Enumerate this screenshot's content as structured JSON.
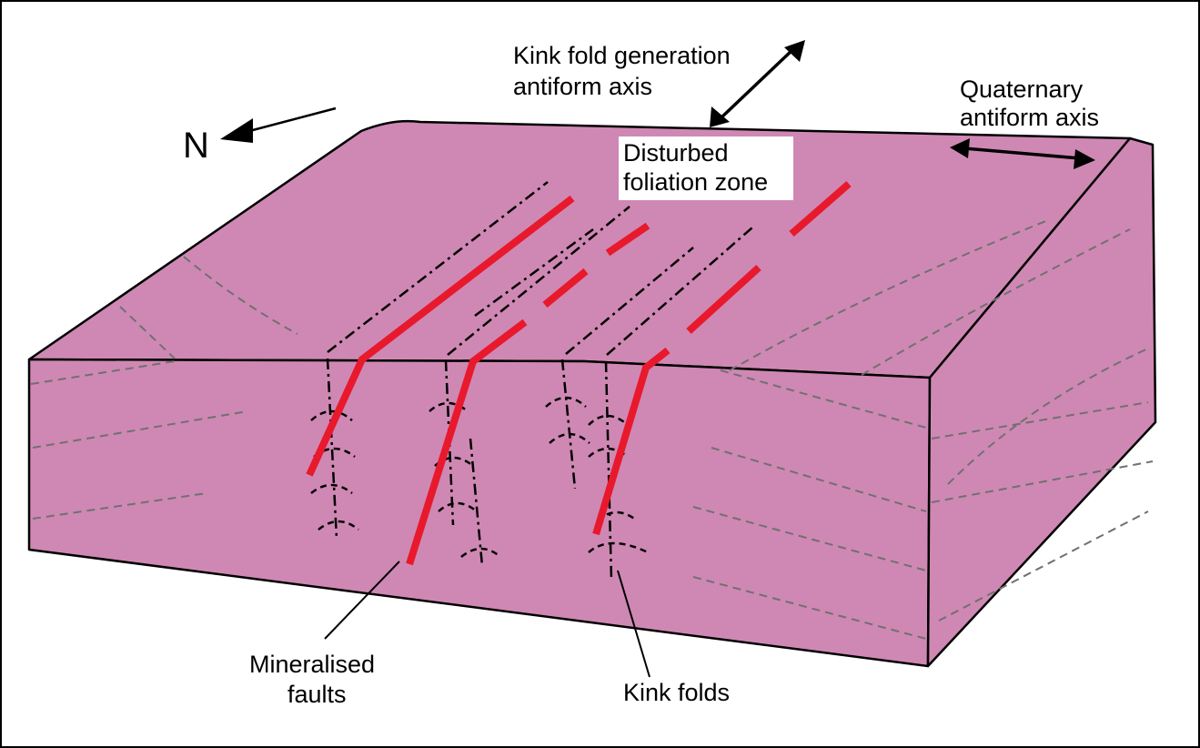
{
  "labels": {
    "north": "N",
    "kink_axis_line1": "Kink fold generation",
    "kink_axis_line2": "antiform axis",
    "quaternary_line1": "Quaternary",
    "quaternary_line2": "antiform axis",
    "disturbed_line1": "Disturbed",
    "disturbed_line2": "foliation zone",
    "mineralised_line1": "Mineralised",
    "mineralised_line2": "faults",
    "kink_folds": "Kink folds"
  },
  "colors": {
    "rock": "#cf88b3",
    "fault": "#e8192c",
    "outline": "#000000",
    "foliation": "#6e6e6e"
  }
}
